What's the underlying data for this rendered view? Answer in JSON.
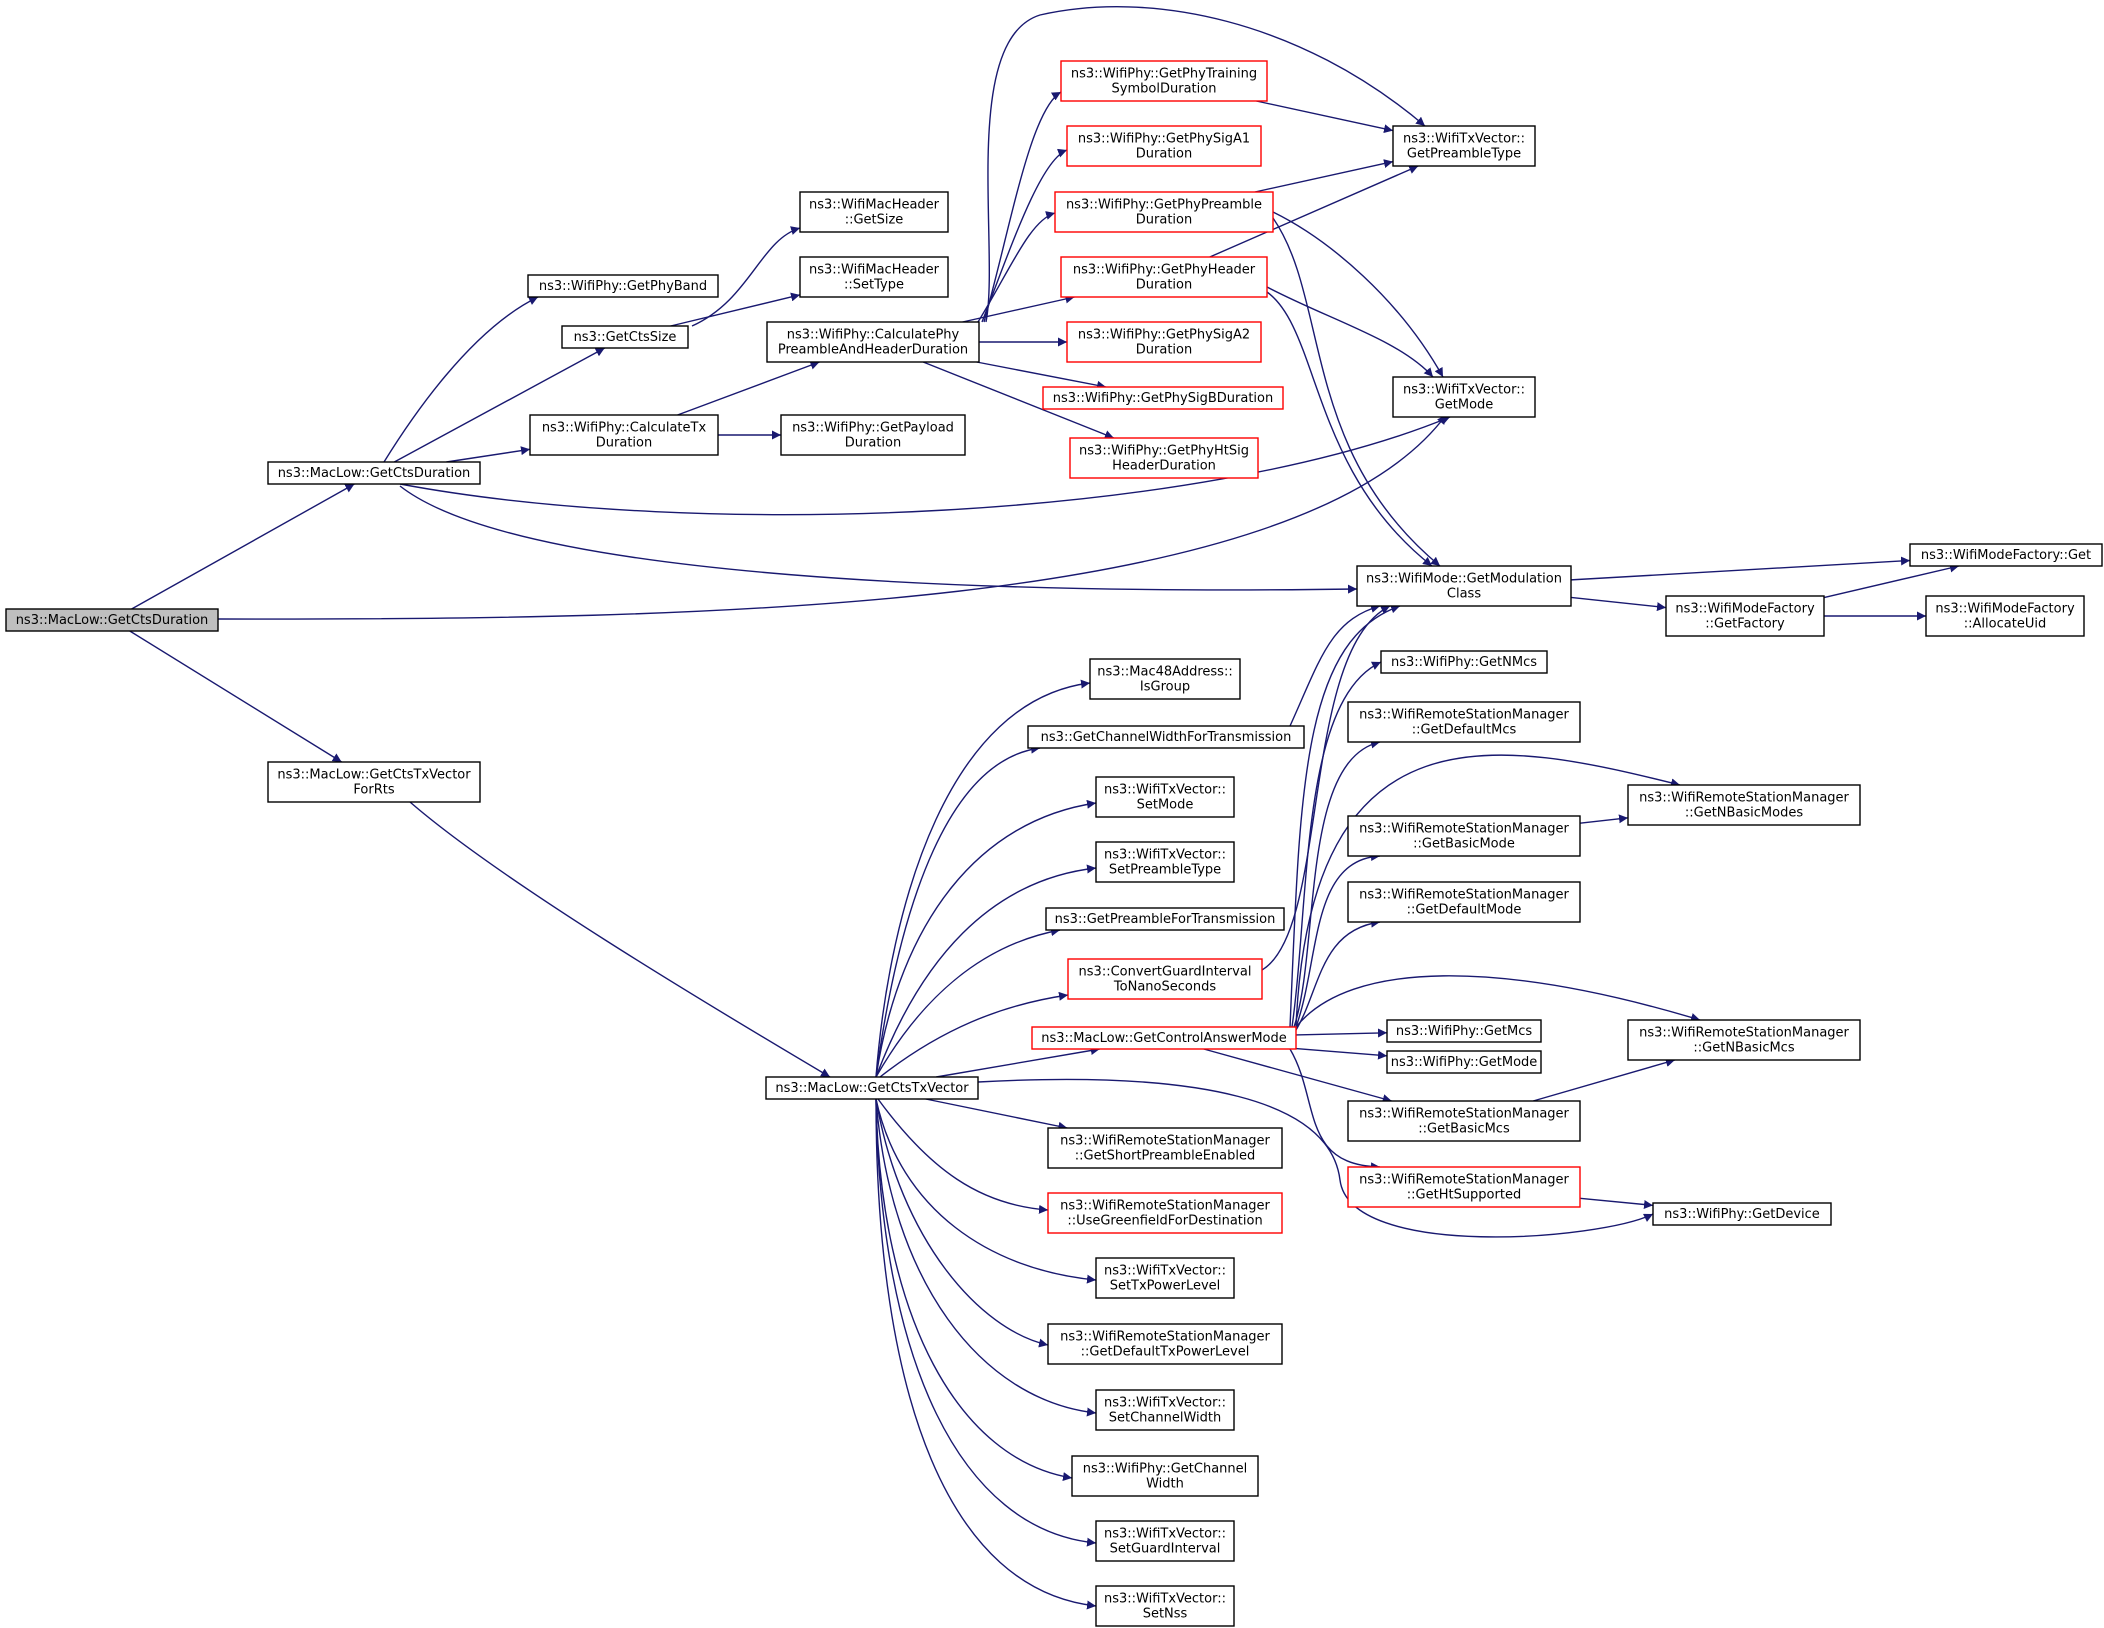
{
  "colors": {
    "edge": "#191970",
    "root_fill": "#bfbfbf",
    "undocumented_border": "#ff0000",
    "border": "#000000"
  },
  "nodes": {
    "root": [
      "ns3::MacLow::GetCtsDuration"
    ],
    "getctsduration2": [
      "ns3::MacLow::GetCtsDuration"
    ],
    "getctstxvectorforrts": [
      "ns3::MacLow::GetCtsTxVector",
      "ForRts"
    ],
    "getphyband": [
      "ns3::WifiPhy::GetPhyBand"
    ],
    "getctssize": [
      "ns3::GetCtsSize"
    ],
    "calculatetxduration": [
      "ns3::WifiPhy::CalculateTx",
      "Duration"
    ],
    "getsize": [
      "ns3::WifiMacHeader",
      "::GetSize"
    ],
    "settype": [
      "ns3::WifiMacHeader",
      "::SetType"
    ],
    "calcpreamble": [
      "ns3::WifiPhy::CalculatePhy",
      "PreambleAndHeaderDuration"
    ],
    "getpayload": [
      "ns3::WifiPhy::GetPayload",
      "Duration"
    ],
    "training": [
      "ns3::WifiPhy::GetPhyTraining",
      "SymbolDuration"
    ],
    "siga1": [
      "ns3::WifiPhy::GetPhySigA1",
      "Duration"
    ],
    "preambledur": [
      "ns3::WifiPhy::GetPhyPreamble",
      "Duration"
    ],
    "headerdur": [
      "ns3::WifiPhy::GetPhyHeader",
      "Duration"
    ],
    "siga2": [
      "ns3::WifiPhy::GetPhySigA2",
      "Duration"
    ],
    "sigb": [
      "ns3::WifiPhy::GetPhySigBDuration"
    ],
    "htsig": [
      "ns3::WifiPhy::GetPhyHtSig",
      "HeaderDuration"
    ],
    "getpreambletype": [
      "ns3::WifiTxVector::",
      "GetPreambleType"
    ],
    "txgetmode": [
      "ns3::WifiTxVector::",
      "GetMode"
    ],
    "modulation": [
      "ns3::WifiMode::GetModulation",
      "Class"
    ],
    "factoryget": [
      "ns3::WifiModeFactory::Get"
    ],
    "getfactory": [
      "ns3::WifiModeFactory",
      "::GetFactory"
    ],
    "allocateuid": [
      "ns3::WifiModeFactory",
      "::AllocateUid"
    ],
    "isgroup": [
      "ns3::Mac48Address::",
      "IsGroup"
    ],
    "channelwidthfortx": [
      "ns3::GetChannelWidthForTransmission"
    ],
    "setmode": [
      "ns3::WifiTxVector::",
      "SetMode"
    ],
    "setpreambletype": [
      "ns3::WifiTxVector::",
      "SetPreambleType"
    ],
    "preamblefortx": [
      "ns3::GetPreambleForTransmission"
    ],
    "convertguard": [
      "ns3::ConvertGuardInterval",
      "ToNanoSeconds"
    ],
    "controlanswer": [
      "ns3::MacLow::GetControlAnswerMode"
    ],
    "getctstxvector": [
      "ns3::MacLow::GetCtsTxVector"
    ],
    "shortpreamble": [
      "ns3::WifiRemoteStationManager",
      "::GetShortPreambleEnabled"
    ],
    "greenfield": [
      "ns3::WifiRemoteStationManager",
      "::UseGreenfieldForDestination"
    ],
    "settxpower": [
      "ns3::WifiTxVector::",
      "SetTxPowerLevel"
    ],
    "defaulttxpower": [
      "ns3::WifiRemoteStationManager",
      "::GetDefaultTxPowerLevel"
    ],
    "setchannelwidth": [
      "ns3::WifiTxVector::",
      "SetChannelWidth"
    ],
    "getchannelwidth": [
      "ns3::WifiPhy::GetChannel",
      "Width"
    ],
    "setguard": [
      "ns3::WifiTxVector::",
      "SetGuardInterval"
    ],
    "setnss": [
      "ns3::WifiTxVector::",
      "SetNss"
    ],
    "getnmcs": [
      "ns3::WifiPhy::GetNMcs"
    ],
    "defaultmcs": [
      "ns3::WifiRemoteStationManager",
      "::GetDefaultMcs"
    ],
    "basicmode": [
      "ns3::WifiRemoteStationManager",
      "::GetBasicMode"
    ],
    "defaultmode": [
      "ns3::WifiRemoteStationManager",
      "::GetDefaultMode"
    ],
    "phygetmcs": [
      "ns3::WifiPhy::GetMcs"
    ],
    "phygetmode": [
      "ns3::WifiPhy::GetMode"
    ],
    "basicmcs": [
      "ns3::WifiRemoteStationManager",
      "::GetBasicMcs"
    ],
    "htsupported": [
      "ns3::WifiRemoteStationManager",
      "::GetHtSupported"
    ],
    "nbasicmodes": [
      "ns3::WifiRemoteStationManager",
      "::GetNBasicModes"
    ],
    "nbasicmcs": [
      "ns3::WifiRemoteStationManager",
      "::GetNBasicMcs"
    ],
    "getdevice": [
      "ns3::WifiPhy::GetDevice"
    ]
  }
}
